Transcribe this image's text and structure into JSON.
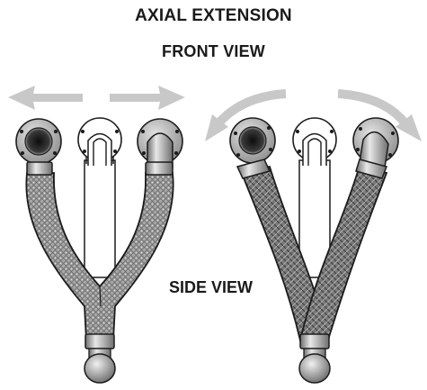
{
  "labels": {
    "axial_extension": "AXIAL EXTENSION",
    "front_view": "FRONT VIEW",
    "side_view": "SIDE VIEW"
  },
  "icons": {
    "straight_arrows": "double-headed-straight-arrow-icon",
    "curved_arrows": "double-headed-curved-arrow-icon"
  },
  "colors": {
    "arrow": "#c8c8c8",
    "braid_light": "#9c9c9c",
    "braid_dark": "#5f5f5f",
    "metal": "#a9a9a9",
    "outline": "#1c1c1c"
  }
}
